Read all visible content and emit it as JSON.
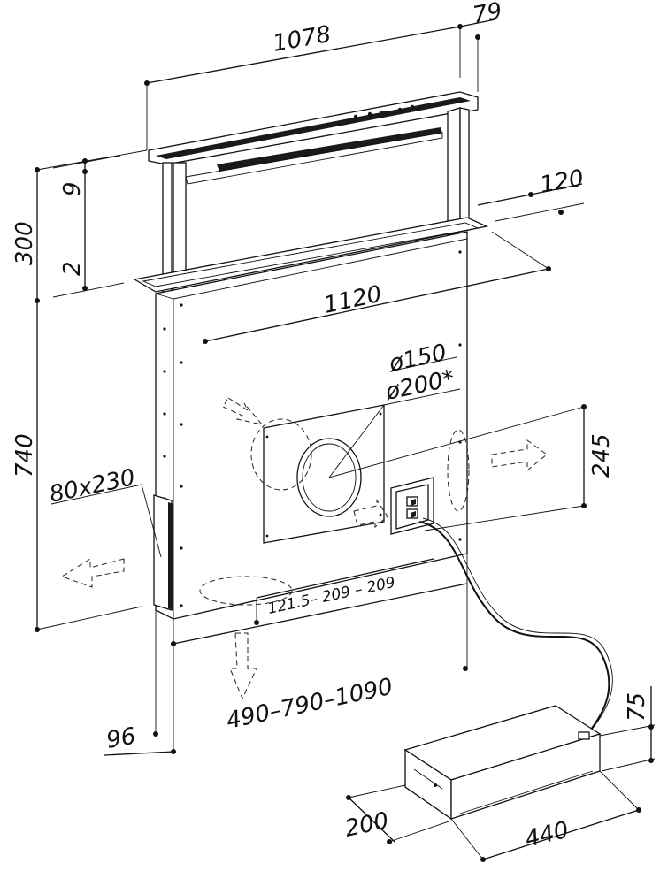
{
  "dimensions": {
    "width_top": "1078",
    "depth_top": "79",
    "height_9": "9",
    "height_300": "300",
    "height_2": "2",
    "depth_120": "120",
    "width_1120": "1120",
    "dia_150": "ø150",
    "dia_200": "ø200*",
    "height_245": "245",
    "height_740": "740",
    "opening": "80x230",
    "spacing": "121.5–  209  –  209",
    "positions": "490–790–1090",
    "depth_96": "96",
    "motor_height": "75",
    "motor_depth": "200",
    "motor_width": "440"
  }
}
